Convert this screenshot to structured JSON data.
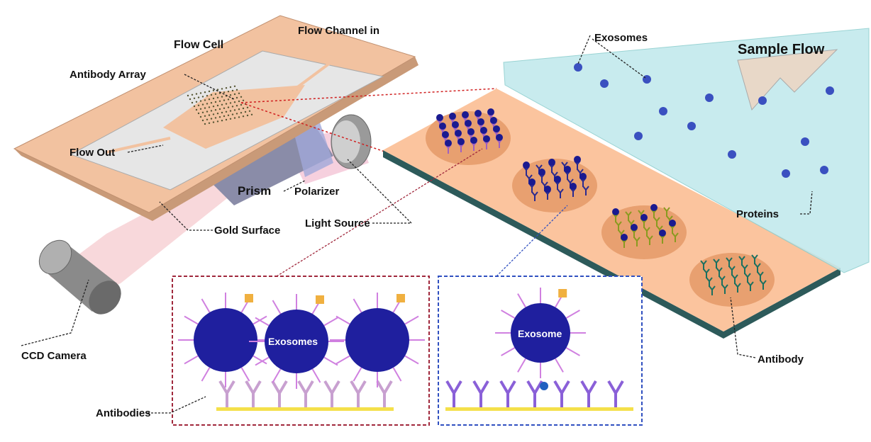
{
  "labels": {
    "flow_cell": "Flow Cell",
    "flow_channel_in": "Flow Channel in",
    "antibody_array": "Antibody Array",
    "flow_out": "Flow Out",
    "prism": "Prism",
    "polarizer": "Polarizer",
    "light_source": "Light Source",
    "gold_surface": "Gold Surface",
    "ccd_camera": "CCD Camera",
    "exosomes_top": "Exosomes",
    "sample_flow": "Sample Flow",
    "proteins": "Proteins",
    "antibody": "Antibody",
    "exosomes_inset": "Exosomes",
    "exosome_inset": "Exosome",
    "antibodies": "Antibodies"
  },
  "colors": {
    "slab": "#f2c2a0",
    "water": "#bfe8ec",
    "exosome": "#1f1f9e",
    "antibody_purple": "#c48ad8",
    "gold": "#f4e04a",
    "inset_red": "#a0283c",
    "inset_blue": "#3050c0"
  }
}
